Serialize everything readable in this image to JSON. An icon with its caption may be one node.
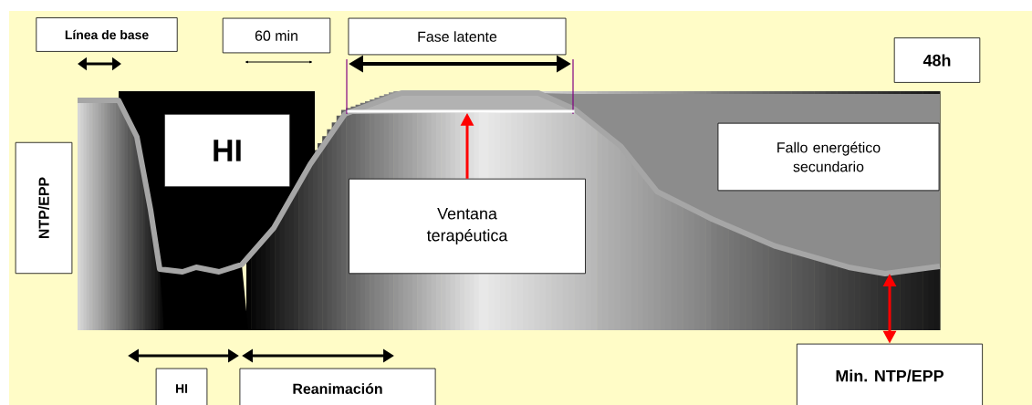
{
  "diagram": {
    "nodes": [
      {
        "text": [
          "Línea de base"
        ]
      },
      {
        "text": [
          "60 min"
        ]
      },
      {
        "text": [
          "Fase latente"
        ]
      },
      {
        "text": [
          "48h"
        ]
      },
      {
        "text": [
          "NTP/EPP"
        ]
      },
      {
        "text": [
          "HI"
        ]
      },
      {
        "text": [
          "Ventana terapéutica"
        ]
      },
      {
        "text": [
          "Fallo energético secundario"
        ]
      },
      {
        "text": [
          "HI"
        ]
      },
      {
        "text": [
          "Reanimación"
        ]
      },
      {
        "text": [
          "Min. NTP/EPP"
        ]
      },
      {
        "text": [],
        "shape": "bar"
      }
    ],
    "edges": [
      {
        "from": 6,
        "to": 11,
        "arrow": "to"
      },
      {
        "from": 10,
        "to": null,
        "arrow": "both"
      }
    ]
  }
}
